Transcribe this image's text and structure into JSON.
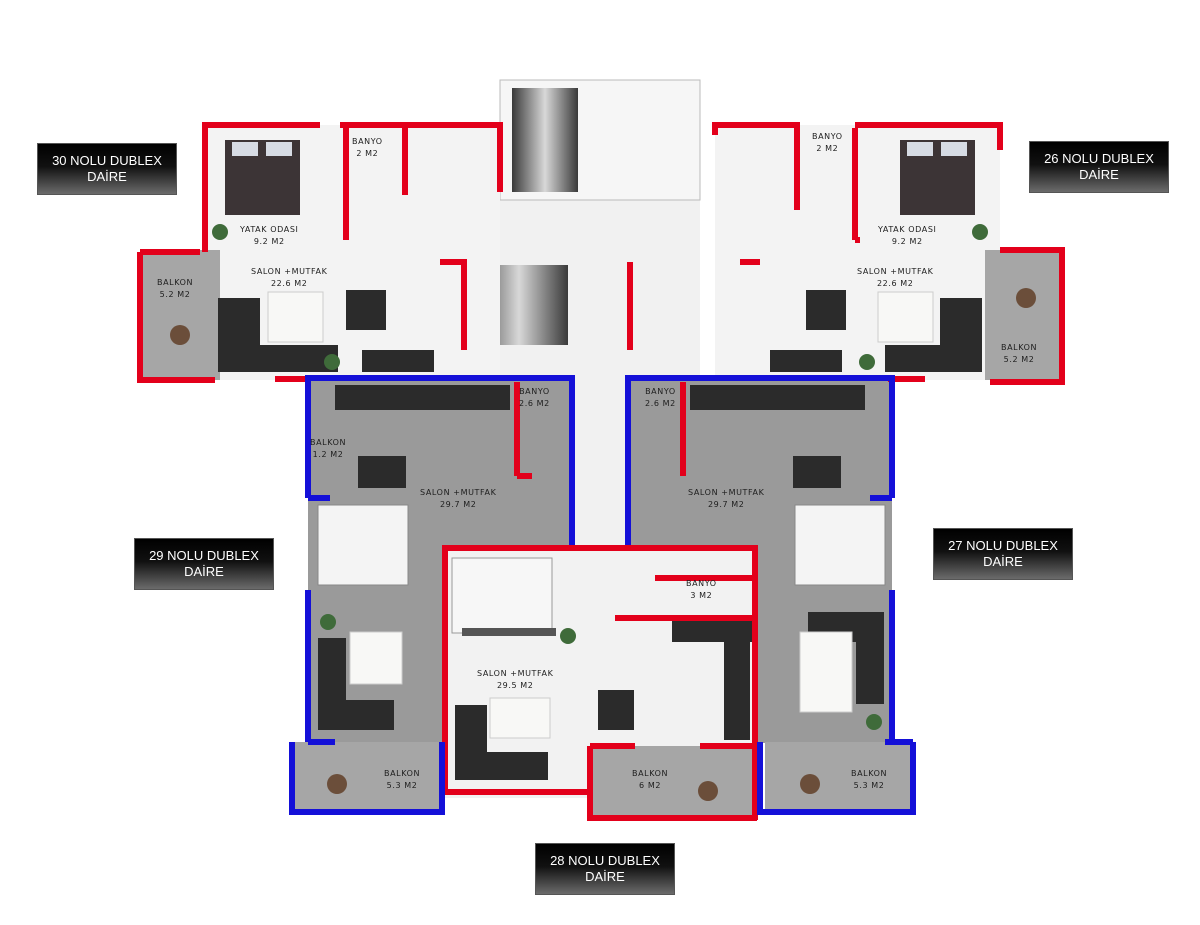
{
  "units": {
    "unit_30": {
      "line1": "30 NOLU DUBLEX",
      "line2": "DAİRE"
    },
    "unit_26": {
      "line1": "26 NOLU  DUBLEX",
      "line2": "DAİRE"
    },
    "unit_29": {
      "line1": "29 NOLU DUBLEX",
      "line2": "DAİRE"
    },
    "unit_27": {
      "line1": "27 NOLU DUBLEX",
      "line2": "DAİRE"
    },
    "unit_28": {
      "line1": "28 NOLU DUBLEX",
      "line2": "DAİRE"
    }
  },
  "rooms": {
    "u30_banyo": {
      "name": "BANYO",
      "area": "2 M2"
    },
    "u30_yatak": {
      "name": "YATAK ODASI",
      "area": "9.2 M2"
    },
    "u30_balkon": {
      "name": "BALKON",
      "area": "5.2 M2"
    },
    "u30_salon": {
      "name": "SALON +MUTFAK",
      "area": "22.6 M2"
    },
    "u26_banyo": {
      "name": "BANYO",
      "area": "2 M2"
    },
    "u26_yatak": {
      "name": "YATAK ODASI",
      "area": "9.2 M2"
    },
    "u26_salon": {
      "name": "SALON +MUTFAK",
      "area": "22.6 M2"
    },
    "u26_balkon": {
      "name": "BALKON",
      "area": "5.2 M2"
    },
    "u29_banyo": {
      "name": "BANYO",
      "area": "2.6 M2"
    },
    "u29_balkon_small": {
      "name": "BALKON",
      "area": "1.2 M2"
    },
    "u29_salon": {
      "name": "SALON +MUTFAK",
      "area": "29.7 M2"
    },
    "u29_balkon": {
      "name": "BALKON",
      "area": "5.3 M2"
    },
    "u27_banyo": {
      "name": "BANYO",
      "area": "2.6 M2"
    },
    "u27_salon": {
      "name": "SALON +MUTFAK",
      "area": "29.7 M2"
    },
    "u27_balkon": {
      "name": "BALKON",
      "area": "5.3 M2"
    },
    "u28_banyo": {
      "name": "BANYO",
      "area": "3 M2"
    },
    "u28_salon": {
      "name": "SALON +MUTFAK",
      "area": "29.5 M2"
    },
    "u28_balkon": {
      "name": "BALKON",
      "area": "6 M2"
    }
  },
  "colors": {
    "red_wall": "#e3001b",
    "blue_wall": "#1410d8",
    "grey_floor": "#9c9c9c",
    "marble_floor": "#efefef",
    "furniture_dark": "#2b2b2b"
  }
}
